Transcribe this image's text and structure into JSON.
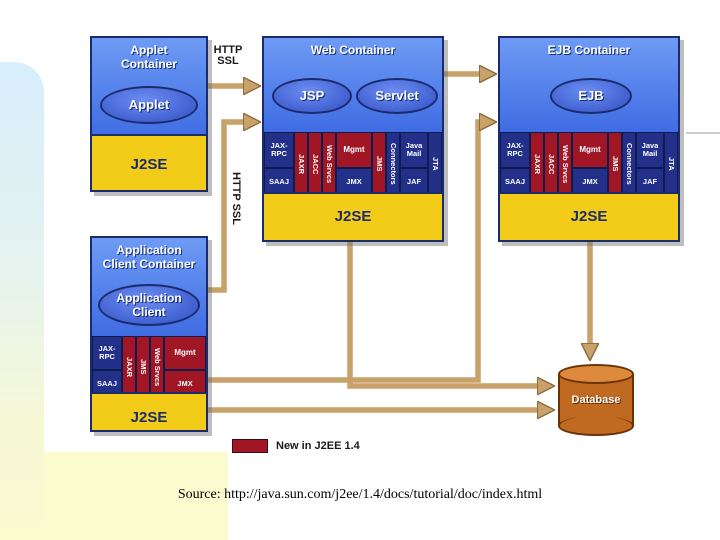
{
  "colors": {
    "container_blue": "#4a78e8",
    "platform_yellow": "#f2cc18",
    "new_api_red": "#a01624",
    "api_navy": "#22308a",
    "database_brown": "#c06a21",
    "arrow_tan": "#c9a16a"
  },
  "applet_container": {
    "title": "Applet\nContainer",
    "component": "Applet",
    "platform": "J2SE"
  },
  "web_container": {
    "title": "Web Container",
    "components": {
      "jsp": "JSP",
      "servlet": "Servlet"
    },
    "apis": {
      "jax_rpc": "JAX-\nRPC",
      "saaj": "SAAJ",
      "jaxr": "JAXR",
      "jacc": "JACC",
      "web_srvcs": "Web Srvcs",
      "mgmt": "Mgmt",
      "jmx": "JMX",
      "jms": "JMS",
      "connectors": "Connectors",
      "java_mail": "Java\nMail",
      "jaf": "JAF",
      "jta": "JTA"
    },
    "platform": "J2SE"
  },
  "ejb_container": {
    "title": "EJB Container",
    "component": "EJB",
    "apis": {
      "jax_rpc": "JAX-\nRPC",
      "saaj": "SAAJ",
      "jaxr": "JAXR",
      "jacc": "JACC",
      "web_srvcs": "Web Srvcs",
      "mgmt": "Mgmt",
      "jmx": "JMX",
      "jms": "JMS",
      "connectors": "Connectors",
      "java_mail": "Java\nMail",
      "jaf": "JAF",
      "jta": "JTA"
    },
    "platform": "J2SE"
  },
  "app_client_container": {
    "title": "Application\nClient Container",
    "component": "Application\nClient",
    "apis": {
      "jax_rpc": "JAX-\nRPC",
      "saaj": "SAAJ",
      "jaxr": "JAXR",
      "jms": "JMS",
      "web_srvcs": "Web Srvcs",
      "mgmt": "Mgmt",
      "jmx": "JMX"
    },
    "platform": "J2SE"
  },
  "protocol_labels": {
    "top": "HTTP\nSSL",
    "side": "HTTP SSL"
  },
  "database": "Database",
  "legend": {
    "label": "New in J2EE 1.4"
  },
  "source": "Source: http://java.sun.com/j2ee/1.4/docs/tutorial/doc/index.html"
}
